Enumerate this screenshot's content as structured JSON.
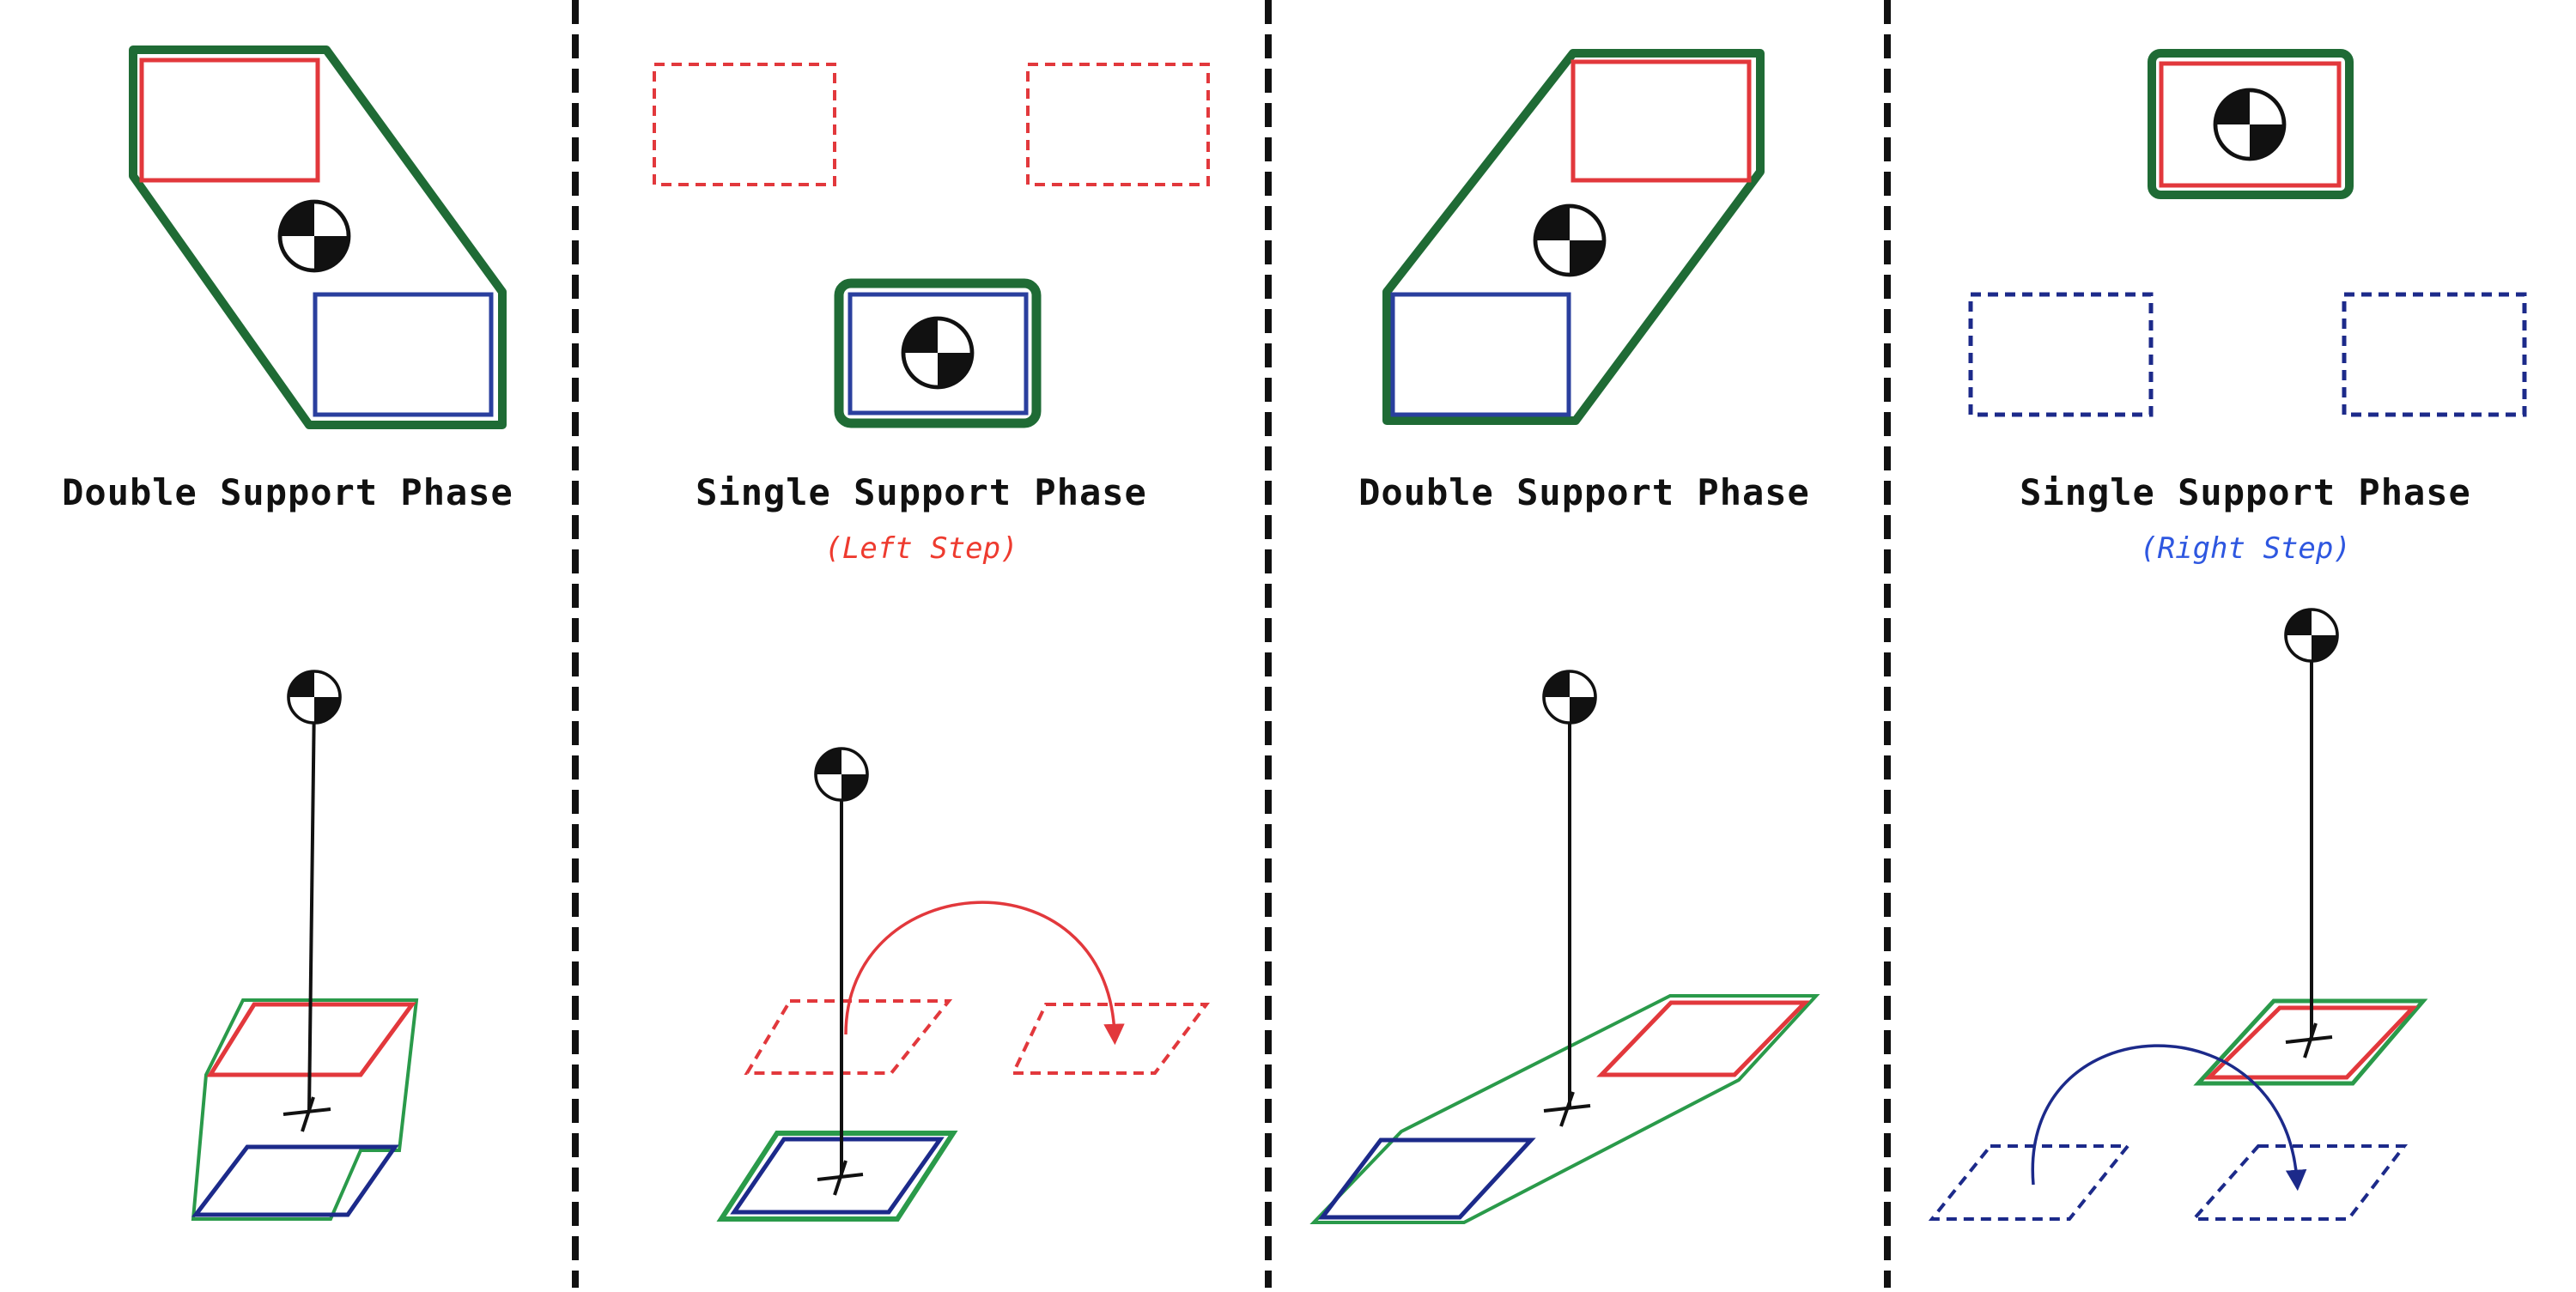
{
  "colors": {
    "left_foot": "#e2383c",
    "right_foot": "#2a3f9e",
    "support_polygon": "#1f8a3c",
    "ink": "#111111",
    "left_step_text": "#ee3b2f",
    "right_step_text": "#2e57e0"
  },
  "panels": [
    {
      "title": "Double Support Phase",
      "subtitle": ""
    },
    {
      "title": "Single Support Phase",
      "subtitle": "(Left Step)"
    },
    {
      "title": "Double Support Phase",
      "subtitle": ""
    },
    {
      "title": "Single Support Phase",
      "subtitle": "(Right Step)"
    }
  ],
  "icons": {
    "com": "center-of-mass-icon",
    "zmp": "ground-projection-cross-icon"
  }
}
